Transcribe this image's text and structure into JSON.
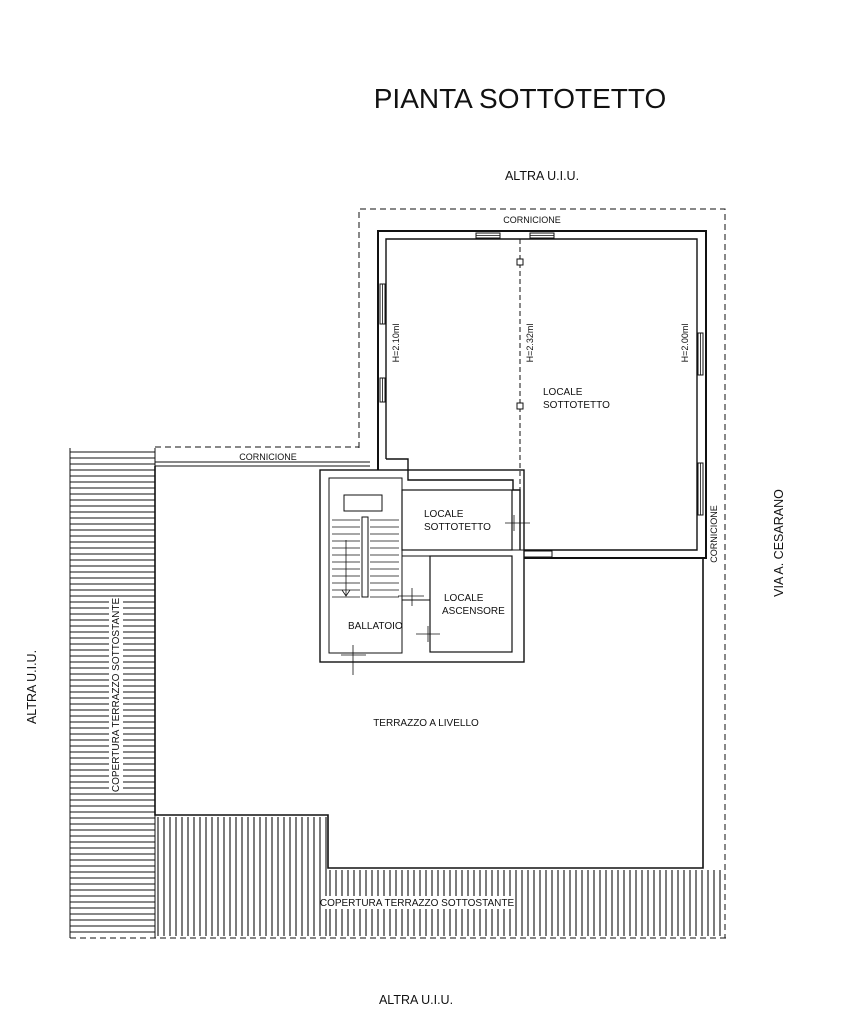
{
  "title": "PIANTA SOTTOTETTO",
  "labels": {
    "altra_top": "ALTRA U.I.U.",
    "altra_bottom": "ALTRA U.I.U.",
    "altra_left": "ALTRA U.I.U.",
    "via": "VIA A. CESARANO",
    "cornicione_top": "CORNICIONE",
    "cornicione_mid": "CORNICIONE",
    "cornicione_right": "CORNICIONE",
    "copertura_left": "COPERTURA TERRAZZO SOTTOSTANTE",
    "copertura_bottom": "COPERTURA TERRAZZO SOTTOSTANTE",
    "h_left": "H=2.10ml",
    "h_mid": "H=2.32ml",
    "h_right": "H=2.00ml",
    "terrazzo": "TERRAZZO A LIVELLO"
  },
  "rooms": {
    "sottotetto_main_1": "LOCALE",
    "sottotetto_main_2": "SOTTOTETTO",
    "sottotetto_small_1": "LOCALE",
    "sottotetto_small_2": "SOTTOTETTO",
    "ascensore_1": "LOCALE",
    "ascensore_2": "ASCENSORE",
    "ballatoio": "BALLATOIO"
  }
}
